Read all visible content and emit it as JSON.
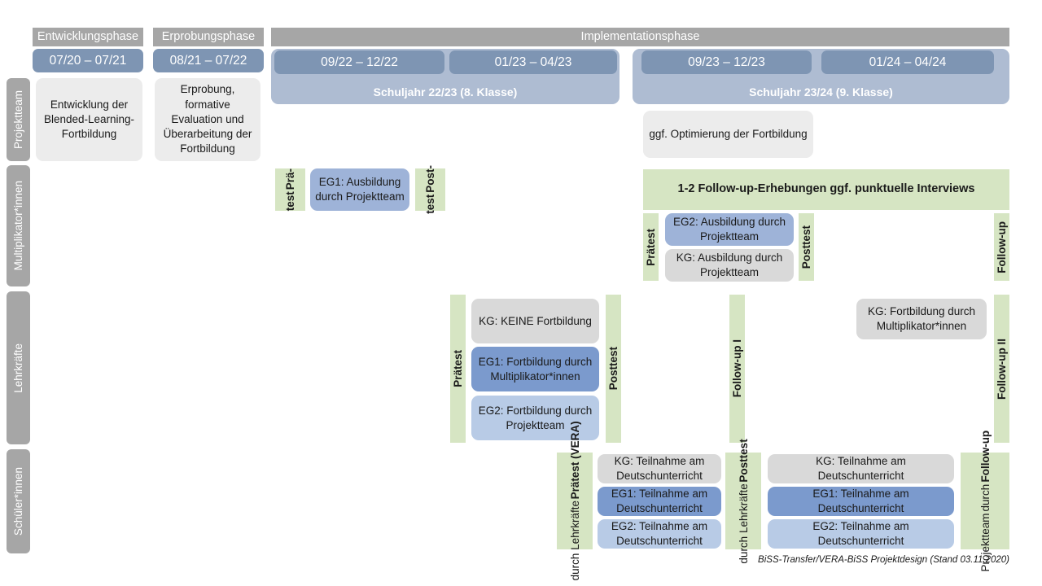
{
  "phases": [
    {
      "label": "Entwicklungsphase"
    },
    {
      "label": "Erprobungsphase"
    },
    {
      "label": "Implementationsphase"
    }
  ],
  "periods": [
    {
      "label": "07/20 – 07/21"
    },
    {
      "label": "08/21 – 07/22"
    },
    {
      "label": "09/22 – 12/22"
    },
    {
      "label": "01/23 – 04/23"
    },
    {
      "label": "09/23 – 12/23"
    },
    {
      "label": "01/24 – 04/24"
    }
  ],
  "school_years": [
    {
      "label": "Schuljahr 22/23 (8. Klasse)"
    },
    {
      "label": "Schuljahr 23/24 (9. Klasse)"
    }
  ],
  "rows": [
    {
      "label": "Projektteam"
    },
    {
      "label": "Multiplikator*innen"
    },
    {
      "label": "Lehrkräfte"
    },
    {
      "label": "Schüler*innen"
    }
  ],
  "projektteam": {
    "entwicklung": "Entwicklung der Blended-Learning-Fortbildung",
    "erprobung": "Erprobung, formative Evaluation und Überarbeitung der Fortbildung",
    "optimierung": "ggf. Optimierung der Fortbildung"
  },
  "multiplikatoren": {
    "praetest_line1": "Prä-",
    "praetest_line2": "test",
    "eg1": "EG1: Ausbildung durch Projektteam",
    "posttest_line1": "Post-",
    "posttest_line2": "test",
    "followup_banner": "1-2 Follow-up-Erhebungen ggf. punktuelle Interviews",
    "praetest2": "Prätest",
    "eg2": "EG2: Ausbildung durch Projektteam",
    "kg": "KG: Ausbildung durch Projektteam",
    "posttest2": "Posttest",
    "followup": "Follow-up"
  },
  "lehrkraefte": {
    "praetest": "Prätest",
    "kg": "KG:  KEINE Fortbildung",
    "eg1": "EG1: Fortbildung durch Multiplikator*innen",
    "eg2": "EG2: Fortbildung durch Projektteam",
    "posttest": "Posttest",
    "followup1": "Follow-up I",
    "kg2": "KG: Fortbildung durch Multiplikator*innen",
    "followup2": "Follow-up II"
  },
  "schueler": {
    "praetest_main": "Prätest (VERA)",
    "praetest_sub": "durch Lehrkräfte",
    "kg": "KG: Teilnahme am Deutschunterricht",
    "eg1": "EG1: Teilnahme am Deutschunterricht",
    "eg2": "EG2: Teilnahme am Deutschunterricht",
    "posttest_main": "Posttest",
    "posttest_sub": "durch Lehrkräfte",
    "kg2": "KG: Teilnahme am Deutschunterricht",
    "eg1_2": "EG1: Teilnahme am Deutschunterricht",
    "eg2_2": "EG2: Teilnahme am Deutschunterricht",
    "followup_main": "Follow-up",
    "followup_sub1": "durch",
    "followup_sub2": "Projektteam"
  },
  "footer": {
    "note": "BiSS-Transfer/VERA-BiSS Projektdesign (Stand 03.11.2020)"
  },
  "colors": {
    "phase_header": "#a6a6a6",
    "period_pill": "#7e95b3",
    "schoolyear": "#aebcd2",
    "green": "#d6e5c3",
    "grey_card": "#ececec",
    "grey_card_dark": "#d9d9d9",
    "blue_dark": "#7b9acd",
    "blue_mid": "#9eb3d8",
    "blue_light": "#b8cbe6"
  }
}
